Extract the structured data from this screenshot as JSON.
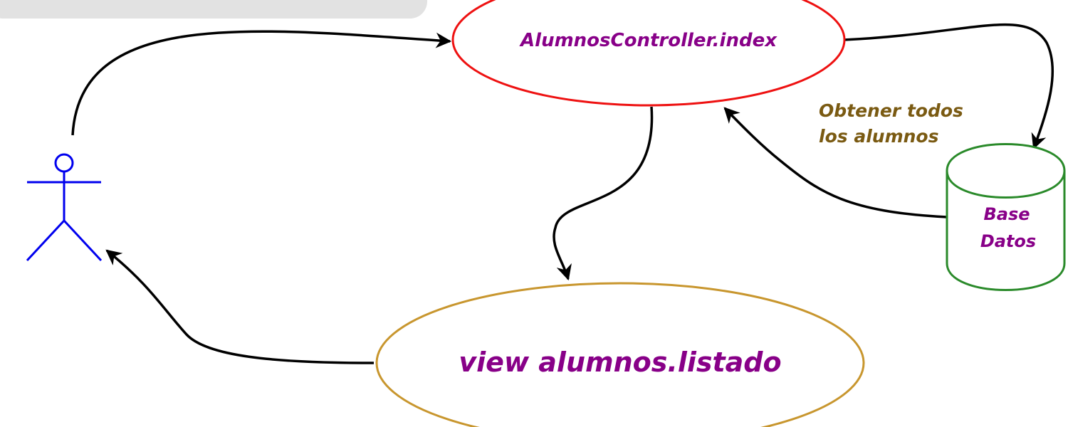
{
  "diagram": {
    "controller": {
      "label": "AlumnosController.index",
      "border_color": "#ee1111",
      "text_color": "#880088"
    },
    "view": {
      "label": "view alumnos.listado",
      "border_color": "#c8962e",
      "text_color": "#880088"
    },
    "database": {
      "label_line1": "Base",
      "label_line2": "Datos",
      "border_color": "#2a8a2a",
      "text_color": "#880088"
    },
    "annotation": {
      "line1": "Obtener todos",
      "line2": "los alumnos",
      "color": "#7a5a12"
    },
    "actor": {
      "icon": "stick-figure-user-icon",
      "color": "#0000ee"
    },
    "colors": {
      "arrow": "#000000",
      "top_left_bar": "#e2e2e2"
    }
  }
}
